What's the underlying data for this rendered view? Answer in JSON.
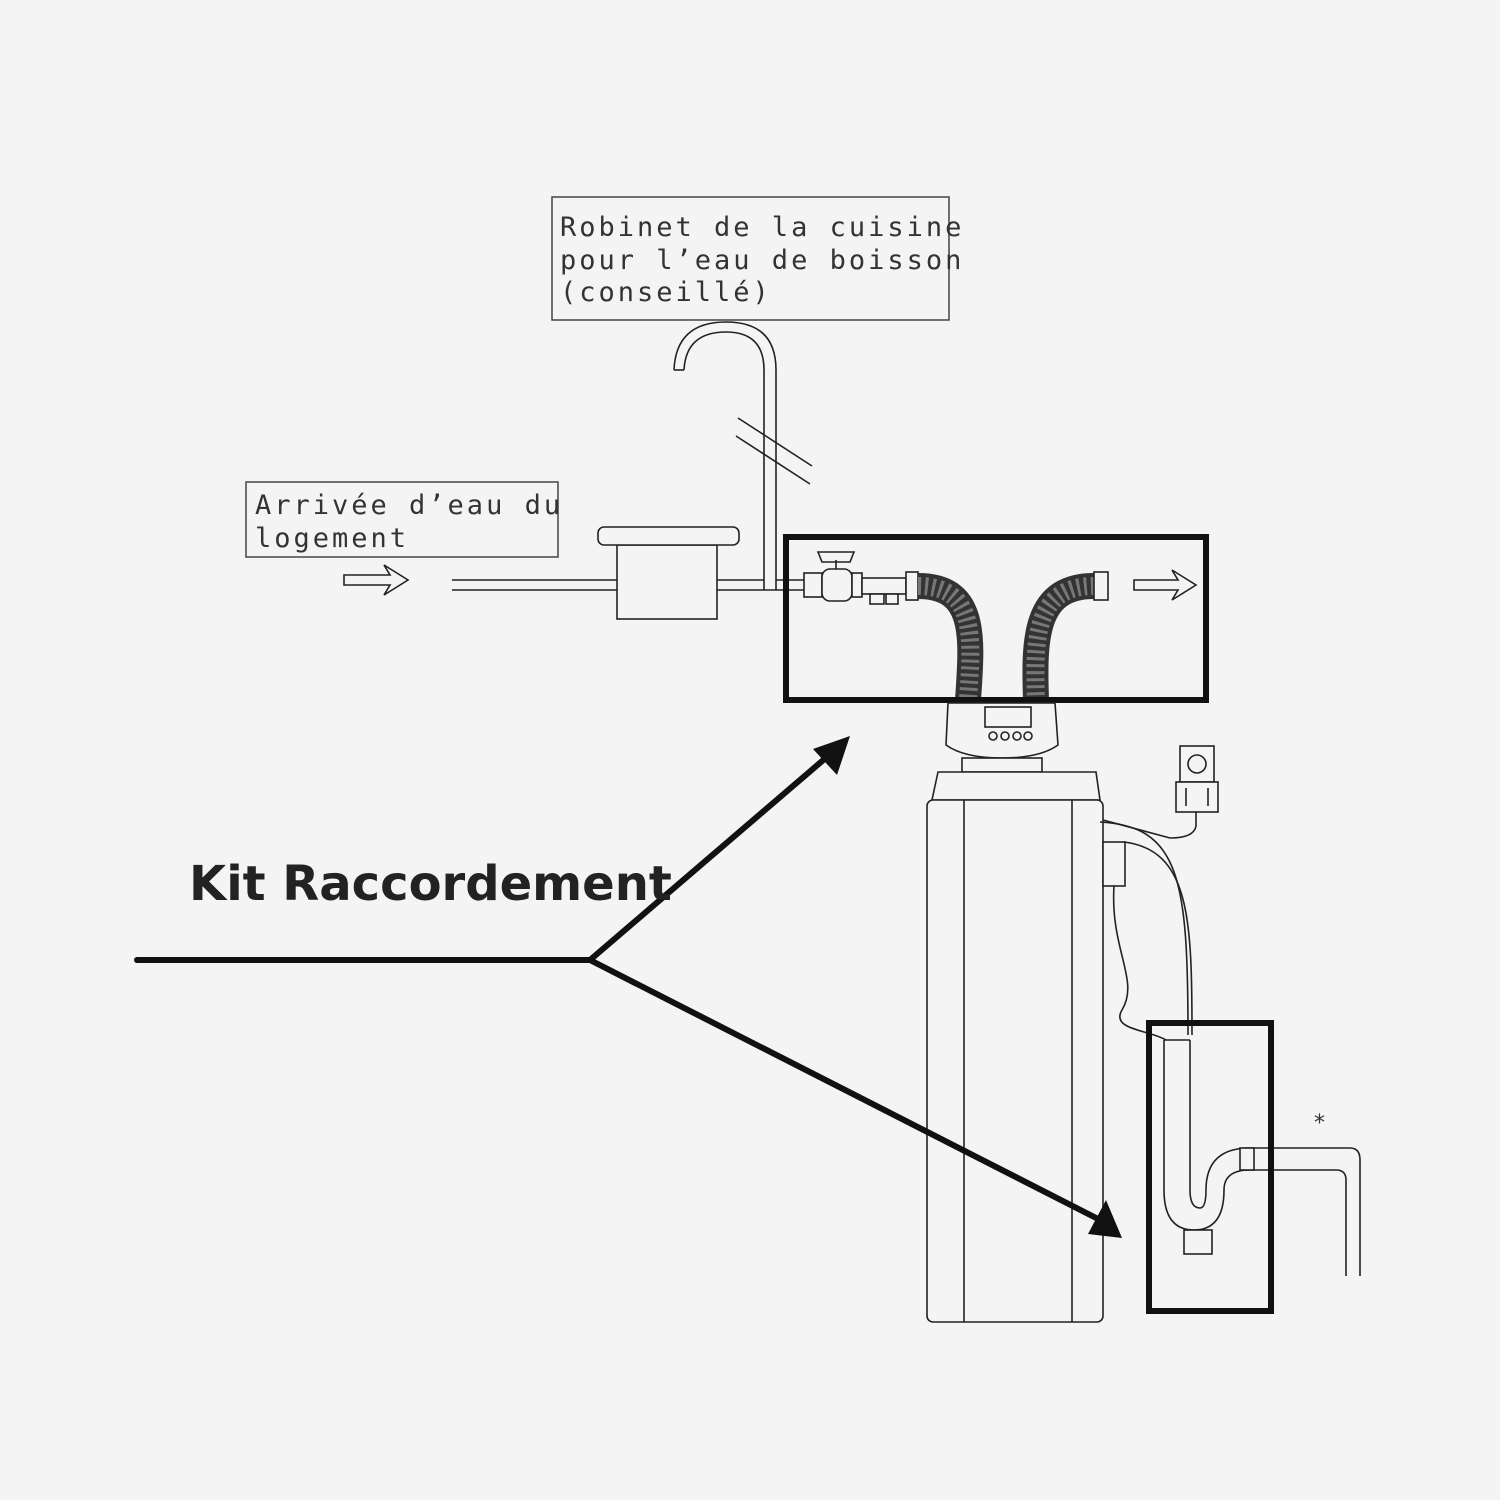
{
  "labels": {
    "kitchen_tap": {
      "line1": "Robinet de la cuisine",
      "line2": "pour l’eau de boisson",
      "line3": "(conseillé)"
    },
    "water_inlet": {
      "line1": "Arrivée d’eau du",
      "line2": "logement"
    },
    "kit": "Kit Raccordement",
    "asterisk": "*"
  },
  "colors": {
    "background": "#f4f4f4",
    "lines": "#222222",
    "highlight_boxes": "#111111"
  },
  "icons": {
    "inlet_arrow": "hollow-right-arrow-icon",
    "outlet_arrow": "hollow-right-arrow-icon",
    "power_plug": "power-plug-icon",
    "ball_valve": "ball-valve-icon"
  }
}
